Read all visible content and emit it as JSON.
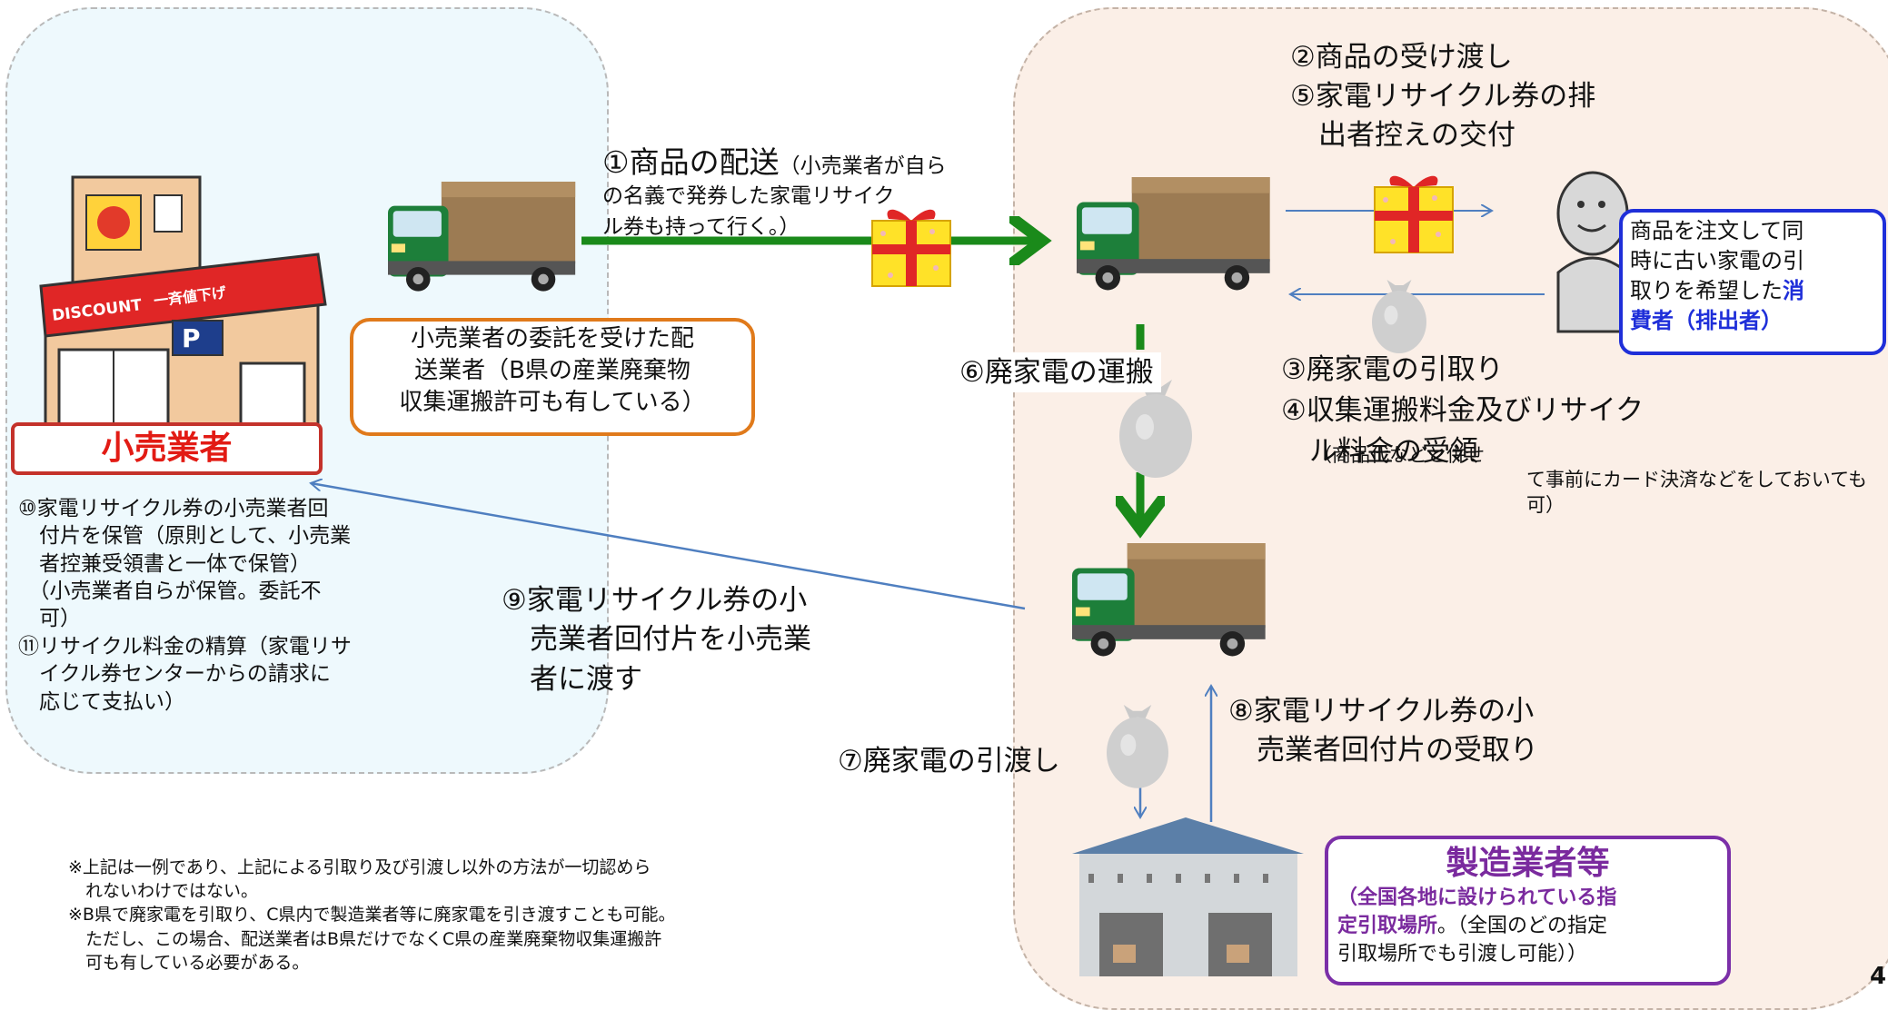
{
  "retailer": {
    "label": "小売業者",
    "notes": "⑩家電リサイクル券の小売業者回\n　付片を保管（原則として、小売業\n　者控兼受領書と一体で保管）\n　（小売業者自らが保管。委託不\n　可）\n⑪リサイクル料金の精算（家電リサ\n　イクル券センターからの請求に\n　応じて支払い）"
  },
  "carrier": {
    "label": "小売業者の委託を受けた配\n送業者（B県の産業廃棄物\n収集運搬許可も有している）"
  },
  "steps": {
    "s1_main": "①商品の配送",
    "s1_sub": "（小売業者が自ら\nの名義で発券した家電リサイク\nル券も持って行く。）",
    "s2_5": "②商品の受け渡し\n⑤家電リサイクル券の排\n　出者控えの交付",
    "s3_4_main": "③廃家電の引取り\n④収集運搬料金及びリサイク\n　ル料金の受領",
    "s4_sub": "（商品代などと併せ\nて事前にカード決済などをしておいても\n可）",
    "s6": "⑥廃家電の運搬",
    "s7": "⑦廃家電の引渡し",
    "s8": "⑧家電リサイクル券の小\n　売業者回付片の受取り",
    "s9": "⑨家電リサイクル券の小\n　売業者回付片を小売業\n　者に渡す"
  },
  "consumer": {
    "text_plain": "商品を注文して同\n時に古い家電の引\n取りを希望した",
    "text_blue1": "消",
    "text_blue2": "費者（排出者）"
  },
  "manufacturer": {
    "title": "製造業者等",
    "sub_bold": "（全国各地に設けられている指\n定引取場所",
    "sub_plain": "。（全国のどの指定\n引取場所でも引渡し可能））"
  },
  "footnote": "※上記は一例であり、上記による引取り及び引渡し以外の方法が一切認めら\n　れないわけではない。\n※B県で廃家電を引取り、C県内で製造業者等に廃家電を引き渡すことも可能。\n　ただし、この場合、配送業者はB県だけでなくC県の産業廃棄物収集運搬許\n　可も有している必要がある。",
  "store_sign": {
    "discount": "DISCOUNT",
    "sale": "一斉値下げ",
    "parking": "P"
  },
  "page_number": "4",
  "colors": {
    "left_zone": "#eef9fd",
    "right_zone": "#fbefe7",
    "green_arrow": "#1a8a1a",
    "blue_arrow": "#4f7fc0",
    "retailer_red": "#e21b14",
    "carrier_orange": "#e07a1b",
    "consumer_blue": "#1f2fd9",
    "maker_purple": "#7b2fa8"
  }
}
